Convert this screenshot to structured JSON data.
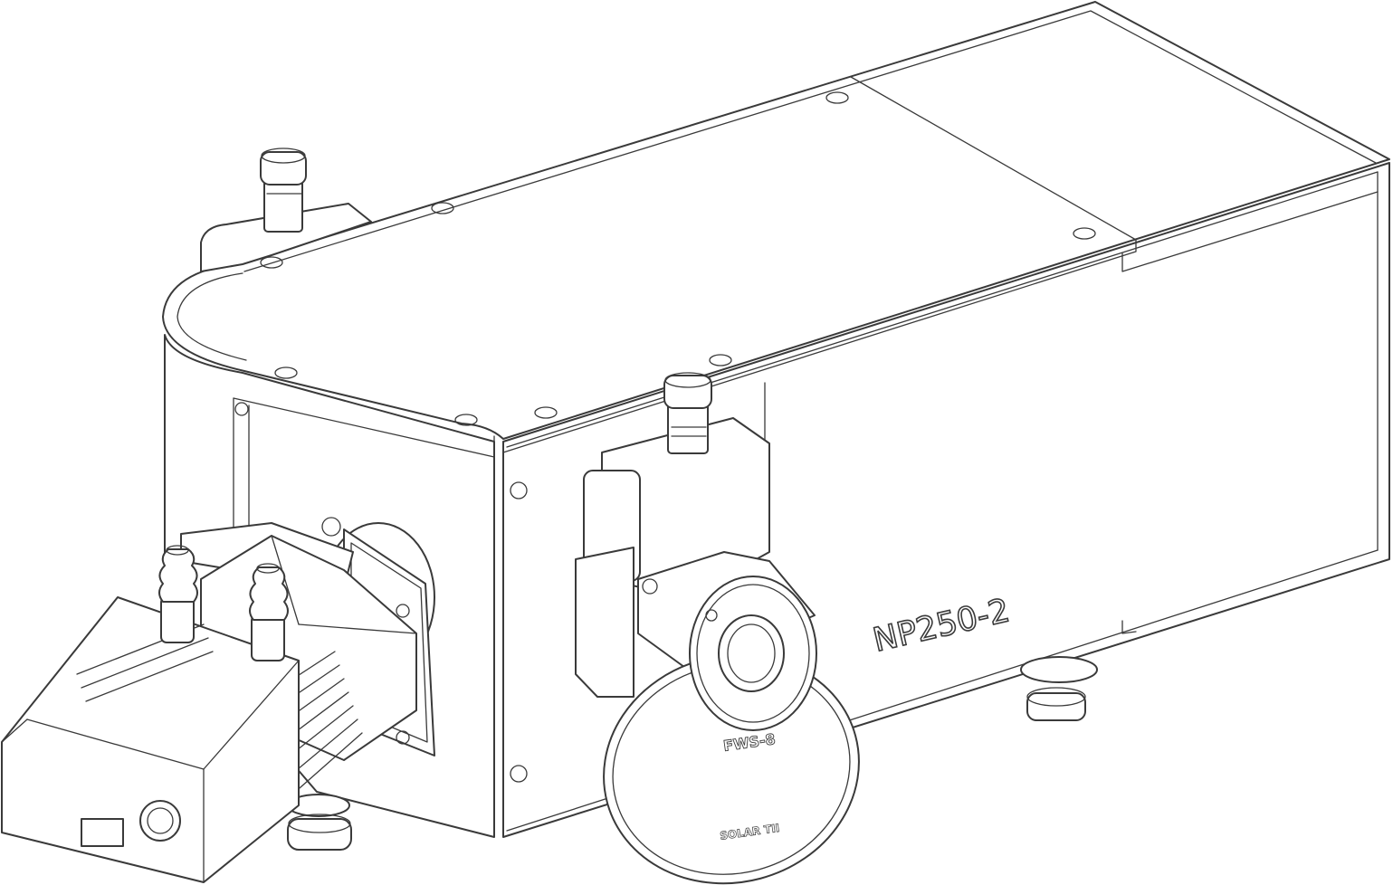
{
  "labels": {
    "model": "NP250-2",
    "filter_wheel": "FWS-8",
    "maker": "SOLAR TII"
  },
  "colors": {
    "line": "#3a3a3a",
    "background": "#ffffff"
  }
}
